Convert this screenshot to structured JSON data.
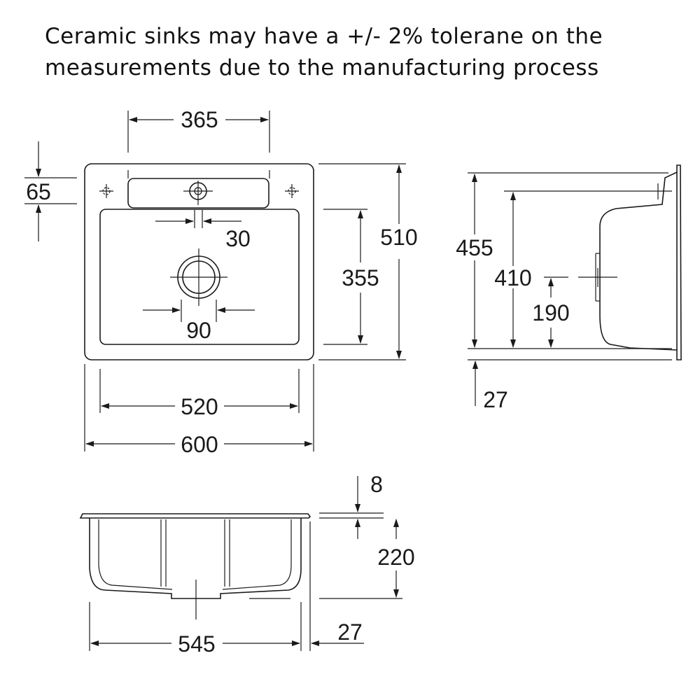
{
  "note": {
    "line1": "Ceramic sinks may have a +/- 2% tolerane on the",
    "line2": "measurements due to the manufacturing process"
  },
  "top_view": {
    "inner_tap_span": "365",
    "deck_depth": "65",
    "tap_hole": "30",
    "waste_hole": "90",
    "total_depth": "510",
    "bowl_depth": "355",
    "bowl_width": "520",
    "total_width": "600"
  },
  "side_view": {
    "height_a": "455",
    "height_b": "410",
    "height_c": "190",
    "rim_offset": "27"
  },
  "front_view": {
    "rim_thickness": "8",
    "bowl_height": "220",
    "bowl_length": "545",
    "rim_overhang": "27"
  }
}
